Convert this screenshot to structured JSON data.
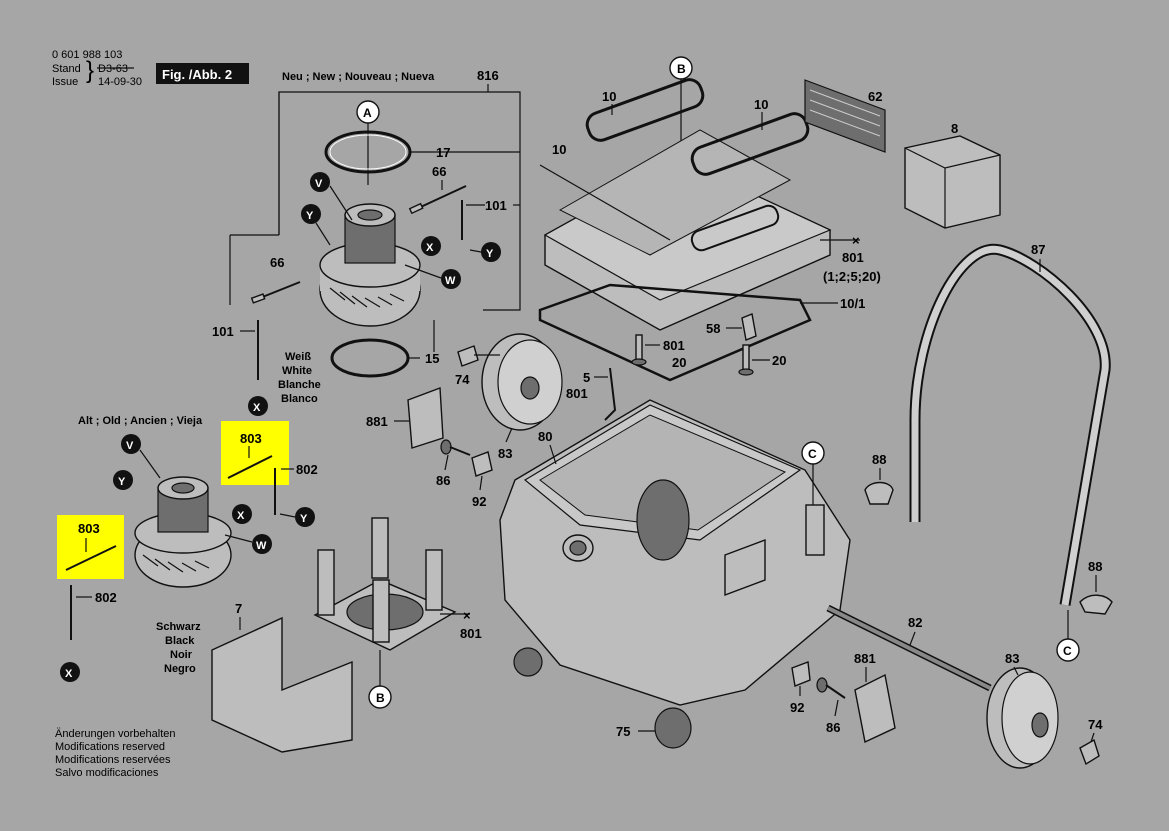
{
  "header": {
    "doc_number": "0 601 988 103",
    "stand_label": "Stand",
    "issue_label": "Issue",
    "stand_value_struck": "D3-63",
    "issue_date": "14-09-30",
    "fig_label": "Fig. /Abb. 2"
  },
  "sections": {
    "new_title": "Neu ; New ; Nouveau ; Nueva",
    "old_title": "Alt ; Old ; Ancien ; Vieja",
    "white_label": [
      "Weiß",
      "White",
      "Blanche",
      "Blanco"
    ],
    "black_label": [
      "Schwarz",
      "Black",
      "Noir",
      "Negro"
    ]
  },
  "footer": {
    "lines": [
      "Änderungen vorbehalten",
      "Modifications reserved",
      "Modifications reservées",
      "Salvo modificaciones"
    ]
  },
  "highlight_color": "#ffff00",
  "callouts": {
    "p816": "816",
    "p17": "17",
    "p66a": "66",
    "p101a": "101",
    "p66b": "66",
    "p101b": "101",
    "p15": "15",
    "p803a": "803",
    "p802a": "802",
    "p803b": "803",
    "p802b": "802",
    "p7": "7",
    "p801c": "801",
    "p10a": "10",
    "p10b": "10",
    "p10c": "10",
    "p62": "62",
    "p8": "8",
    "p801a": "801",
    "p801a_sub": "(1;2;5;20)",
    "p10_1": "10/1",
    "p58": "58",
    "p801b": "801",
    "p20a": "20",
    "p20b": "20",
    "p74a": "74",
    "p5": "5",
    "p801d": "801",
    "p881a": "881",
    "p80": "80",
    "p83a": "83",
    "p86a": "86",
    "p92a": "92",
    "p87": "87",
    "p88a": "88",
    "p88b": "88",
    "p82": "82",
    "p881b": "881",
    "p83b": "83",
    "p92b": "92",
    "p86b": "86",
    "p74b": "74",
    "p75": "75"
  },
  "markers": {
    "A": "A",
    "B1": "B",
    "B2": "B",
    "C1": "C",
    "C2": "C",
    "V1": "V",
    "Y1": "Y",
    "X1": "X",
    "W1": "W",
    "Y2": "Y",
    "X2": "X",
    "V2": "V",
    "Y3": "Y",
    "X3": "X",
    "W2": "W",
    "Y4": "Y",
    "X4": "X"
  }
}
